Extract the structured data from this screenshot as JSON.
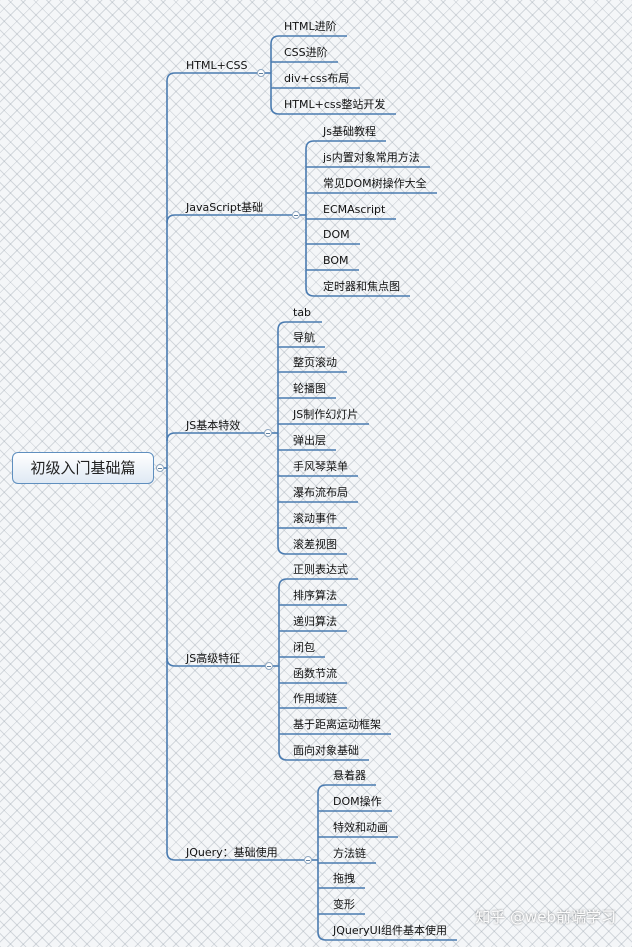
{
  "root": {
    "label": "初级入门基础篇"
  },
  "branches": [
    {
      "label": "HTML+CSS",
      "children": [
        "HTML进阶",
        "CSS进阶",
        "div+css布局",
        "HTML+css整站开发"
      ]
    },
    {
      "label": "JavaScript基础",
      "children": [
        "Js基础教程",
        "js内置对象常用方法",
        "常见DOM树操作大全",
        "ECMAscript",
        "DOM",
        "BOM",
        "定时器和焦点图"
      ]
    },
    {
      "label": "JS基本特效",
      "children": [
        "tab",
        "导航",
        "整页滚动",
        "轮播图",
        "JS制作幻灯片",
        "弹出层",
        "手风琴菜单",
        "瀑布流布局",
        "滚动事件",
        "滚差视图"
      ]
    },
    {
      "label": "JS高级特征",
      "children": [
        "正则表达式",
        "排序算法",
        "递归算法",
        "闭包",
        "函数节流",
        "作用域链",
        "基于距离运动框架",
        "面向对象基础"
      ]
    },
    {
      "label": "JQuery：基础使用",
      "children": [
        "悬着器",
        "DOM操作",
        "特效和动画",
        "方法链",
        "拖拽",
        "变形",
        "JQueryUI组件基本使用"
      ]
    }
  ],
  "watermark": "知乎 @web前端学习",
  "colors": {
    "line": "#4a7bb0",
    "root_border": "#5f8fbf"
  }
}
